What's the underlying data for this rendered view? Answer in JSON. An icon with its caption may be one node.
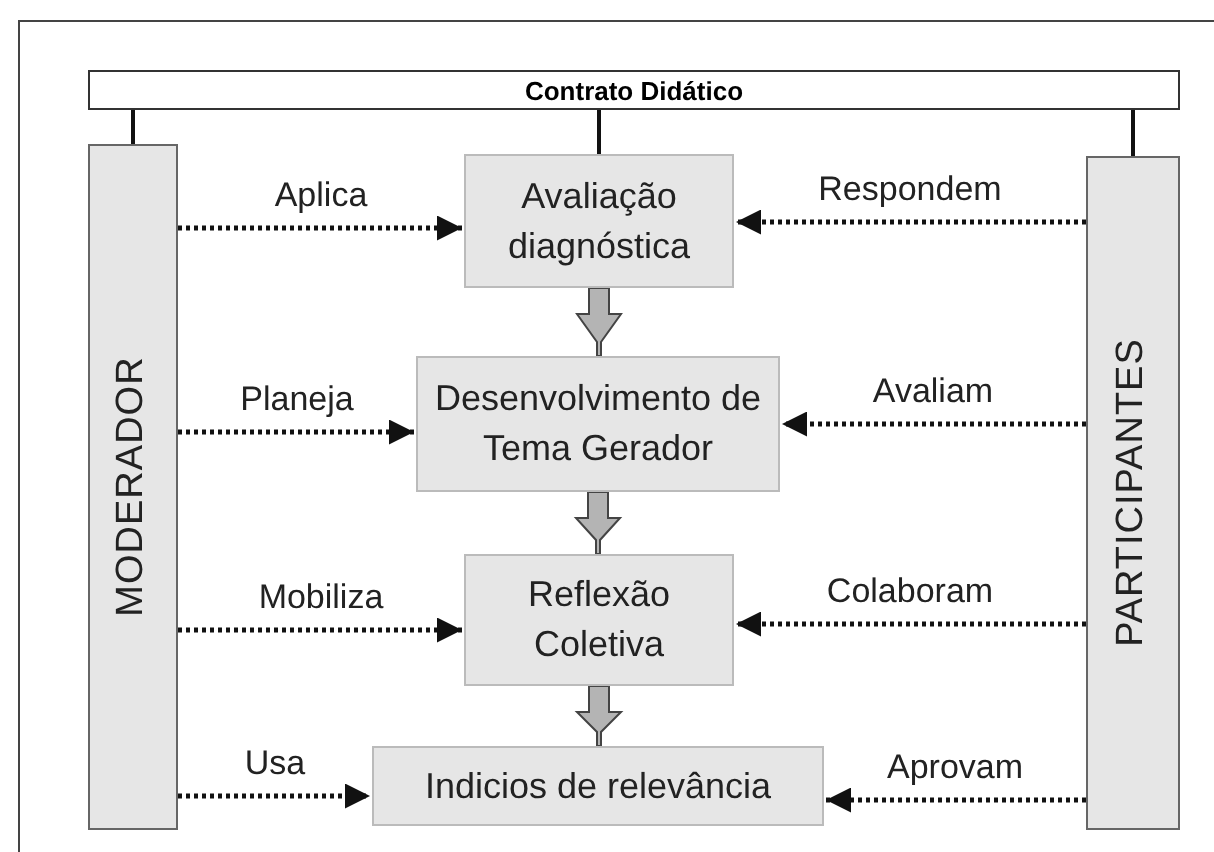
{
  "diagram": {
    "nodes": [
      {
        "text": [
          "Contrato Didático"
        ]
      },
      {
        "text": [
          "MODERADOR"
        ]
      },
      {
        "text": [
          "Avaliação diagnóstica"
        ]
      },
      {
        "text": [
          "Desenvolvimento de Tema Gerador"
        ]
      },
      {
        "text": [
          "Reflexão Coletiva"
        ]
      },
      {
        "text": [
          "Indicios de relevância"
        ]
      },
      {
        "text": [
          "PARTICIPANTES"
        ]
      }
    ],
    "edges": [
      {
        "from": 0,
        "to": 1,
        "arrow": "none"
      },
      {
        "from": 0,
        "to": 2,
        "arrow": "none"
      },
      {
        "from": 0,
        "to": 6,
        "arrow": "none"
      },
      {
        "from": 1,
        "to": 2,
        "arrow": "to",
        "label": "Aplica",
        "style": "dashed"
      },
      {
        "from": 6,
        "to": 2,
        "arrow": "to",
        "label": "Respondem",
        "style": "dashed"
      },
      {
        "from": 2,
        "to": 3,
        "arrow": "to",
        "style": "thick"
      },
      {
        "from": 1,
        "to": 3,
        "arrow": "to",
        "label": "Planeja",
        "style": "dashed"
      },
      {
        "from": 6,
        "to": 3,
        "arrow": "to",
        "label": "Avaliam",
        "style": "dashed"
      },
      {
        "from": 3,
        "to": 4,
        "arrow": "to",
        "style": "thick"
      },
      {
        "from": 1,
        "to": 4,
        "arrow": "to",
        "label": "Mobiliza",
        "style": "dashed"
      },
      {
        "from": 6,
        "to": 4,
        "arrow": "to",
        "label": "Colaboram",
        "style": "dashed"
      },
      {
        "from": 4,
        "to": 5,
        "arrow": "to",
        "style": "thick"
      },
      {
        "from": 1,
        "to": 5,
        "arrow": "to",
        "label": "Usa",
        "style": "dashed"
      },
      {
        "from": 6,
        "to": 5,
        "arrow": "to",
        "label": "Aprovam",
        "style": "dashed"
      }
    ]
  }
}
